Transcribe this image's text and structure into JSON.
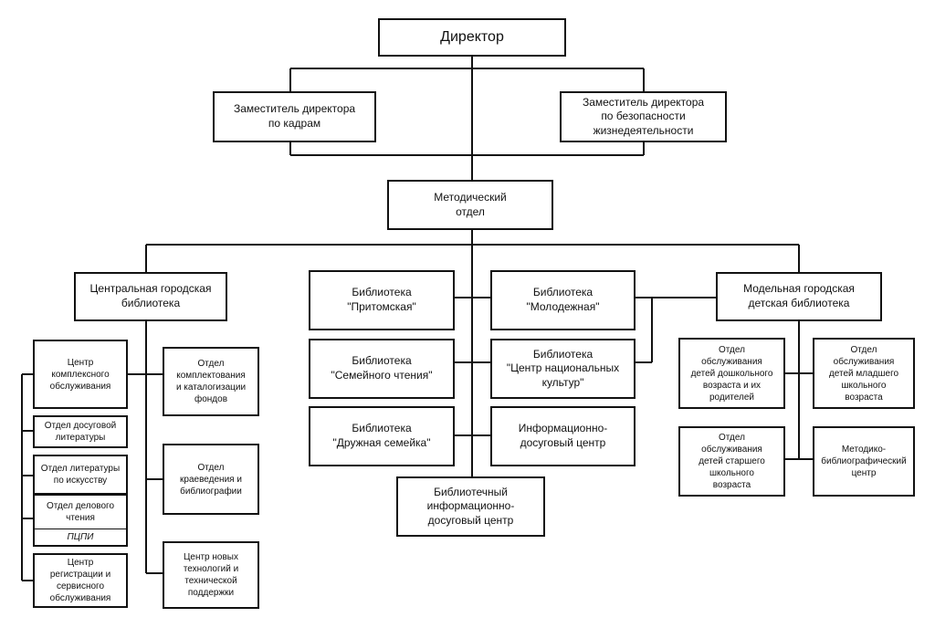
{
  "director": "Директор",
  "deputy_hr": "Заместитель директора\nпо кадрам",
  "deputy_safety": "Заместитель директора\nпо безопасности\nжизнедеятельности",
  "methodical": "Методический\nотдел",
  "central_library": "Центральная городская\nбиблиотека",
  "model_children_library": "Модельная городская\nдетская библиотека",
  "central_branches_left": [
    "Центр\nкомплексного\nобслуживания",
    "Отдел досуговой\nлитературы",
    "Отдел литературы\nпо искусству",
    "Отдел делового\nчтения",
    "Центр\nрегистрации и\nсервисного\nобслуживания"
  ],
  "pcpi": "ПЦПИ",
  "central_branches_right": [
    "Отдел\nкомплектования\nи каталогизации\nфондов",
    "Отдел\nкраеведения и\nбиблиографии",
    "Центр новых\nтехнологий и\nтехнической\nподдержки"
  ],
  "libraries_left": [
    "Библиотека\n\"Притомская\"",
    "Библиотека\n\"Семейного чтения\"",
    "Библиотека\n\"Дружная семейка\""
  ],
  "libraries_right": [
    "Библиотека\n\"Молодежная\"",
    "Библиотека\n\"Центр национальных\nкультур\"",
    "Информационно-\nдосуговый центр"
  ],
  "library_info_center": "Библиотечный\nинформационно-\nдосуговый центр",
  "children_branches_left": [
    "Отдел\nобслуживания\nдетей дошкольного\nвозраста и их\nродителей",
    "Отдел\nобслуживания\nдетей старшего\nшкольного\nвозраста"
  ],
  "children_branches_right": [
    "Отдел\nобслуживания\nдетей младшего\nшкольного\nвозраста",
    "Методико-\nбиблиографический\nцентр"
  ]
}
